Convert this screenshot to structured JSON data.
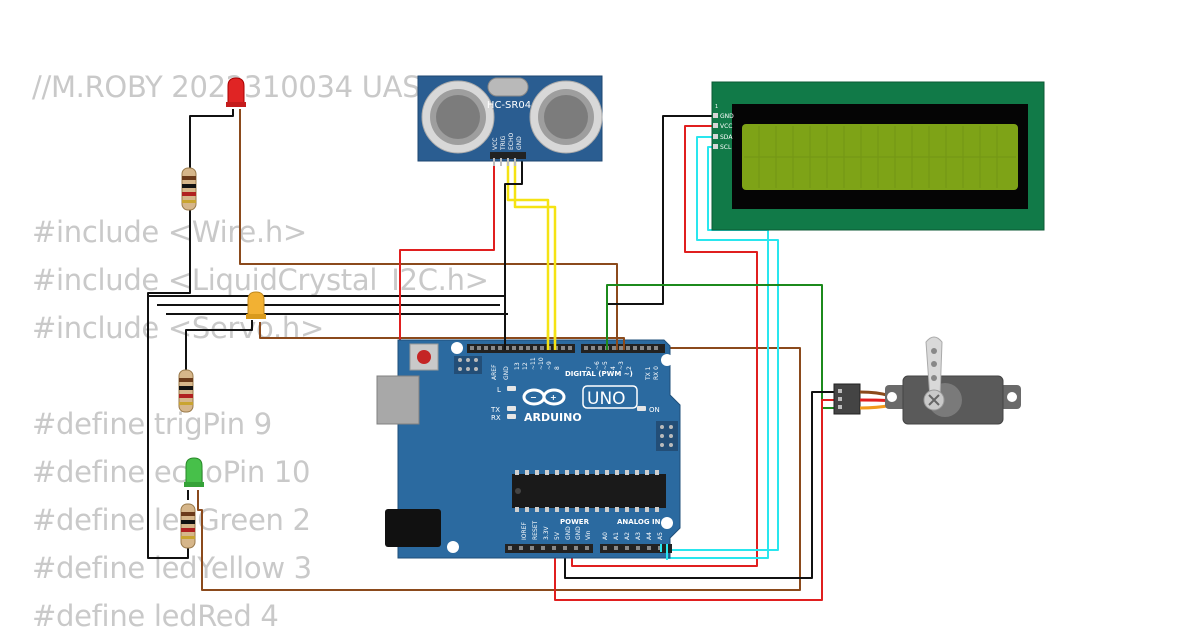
{
  "code_lines": [
    "//M.ROBY 2022310034 UAS",
    "",
    "",
    "#include <Wire.h>",
    "#include <LiquidCrystal_I2C.h>",
    "#include <Servo.h>",
    "",
    "#define trigPin 9",
    "#define echoPin 10",
    "#define ledGreen 2",
    "#define ledYellow 3",
    "#define ledRed 4"
  ],
  "sensor": {
    "name": "HC-SR04",
    "pins": [
      "VCC",
      "TRIG",
      "ECHO",
      "GND"
    ]
  },
  "lcd": {
    "pins": [
      "GND",
      "VCC",
      "SDA",
      "SCL"
    ],
    "pin_marker": "1"
  },
  "arduino": {
    "brand": "ARDUINO",
    "model": "UNO",
    "digital_header": "DIGITAL (PWM ~)",
    "top_pins": [
      "AREF",
      "GND",
      "13",
      "12",
      "~11",
      "~10",
      "~9",
      "8",
      "7",
      "~6",
      "~5",
      "4",
      "~3",
      "2",
      "TX 1",
      "RX 0"
    ],
    "power_label": "POWER",
    "power_pins": [
      "IOREF",
      "RESET",
      "3.3V",
      "5V",
      "GND",
      "GND",
      "Vin"
    ],
    "analog_label": "ANALOG IN",
    "analog_pins": [
      "A0",
      "A1",
      "A2",
      "A3",
      "A4",
      "A5"
    ],
    "led_labels": [
      "L",
      "TX",
      "RX",
      "ON"
    ]
  },
  "colors": {
    "wire_red": "#e01f1f",
    "wire_black": "#111111",
    "wire_brown": "#8b4a1c",
    "wire_yellow": "#f5e313",
    "wire_green": "#1c8a1c",
    "wire_cyan": "#29e6ee",
    "board_blue": "#2b6aa0",
    "lcd_green": "#117a48",
    "lcd_screen": "#7ea317"
  }
}
